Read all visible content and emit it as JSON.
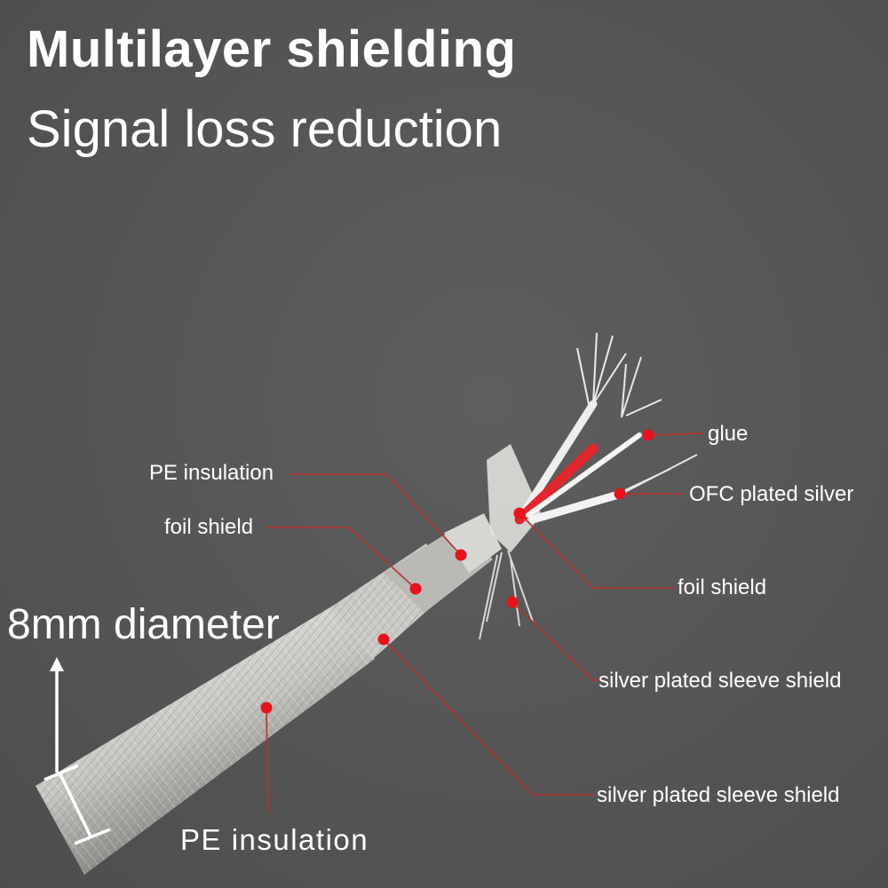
{
  "headline": "Multilayer shielding",
  "subheadline": "Signal loss reduction",
  "diameter_label": "8mm diameter",
  "callouts": {
    "glue": "glue",
    "ofc": "OFC plated silver",
    "pe_insulation_inner": "PE insulation",
    "foil_shield_left": "foil shield",
    "foil_shield_right": "foil shield",
    "sleeve_shield_upper": "silver plated sleeve shield",
    "sleeve_shield_lower": "silver plated sleeve shield",
    "pe_insulation_outer": "PE insulation"
  },
  "colors": {
    "background": "#575757",
    "text": "#ffffff",
    "marker": "#e8121a",
    "leader_line": "#b5322e"
  }
}
